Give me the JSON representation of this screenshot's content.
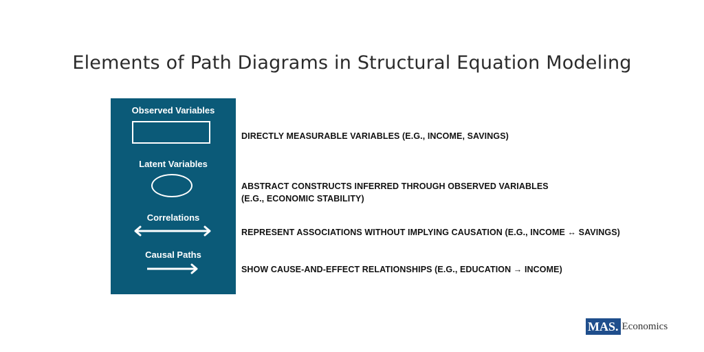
{
  "title": "Elements of Path Diagrams in Structural Equation Modeling",
  "colors": {
    "panel_bg": "#0b5a78",
    "panel_fg": "#ffffff",
    "text": "#111111",
    "logo_bg": "#1f4e8c"
  },
  "legend": {
    "items": [
      {
        "label": "Observed Variables",
        "shape": "rectangle-icon"
      },
      {
        "label": "Latent Variables",
        "shape": "ellipse-icon"
      },
      {
        "label": "Correlations",
        "shape": "double-headed-arrow-icon"
      },
      {
        "label": "Causal Paths",
        "shape": "single-headed-arrow-icon"
      }
    ]
  },
  "descriptions": [
    {
      "lines": [
        "DIRECTLY MEASURABLE VARIABLES (E.G., INCOME, SAVINGS)"
      ]
    },
    {
      "lines": [
        "ABSTRACT CONSTRUCTS INFERRED THROUGH OBSERVED VARIABLES",
        "(E.G., ECONOMIC STABILITY)"
      ]
    },
    {
      "lines": [
        "REPRESENT ASSOCIATIONS WITHOUT IMPLYING CAUSATION (E.G., INCOME ↔ SAVINGS)"
      ]
    },
    {
      "lines": [
        "SHOW CAUSE-AND-EFFECT RELATIONSHIPS (E.G., EDUCATION → INCOME)"
      ]
    }
  ],
  "logo": {
    "box_text": "MAS.",
    "text": "Economics"
  }
}
